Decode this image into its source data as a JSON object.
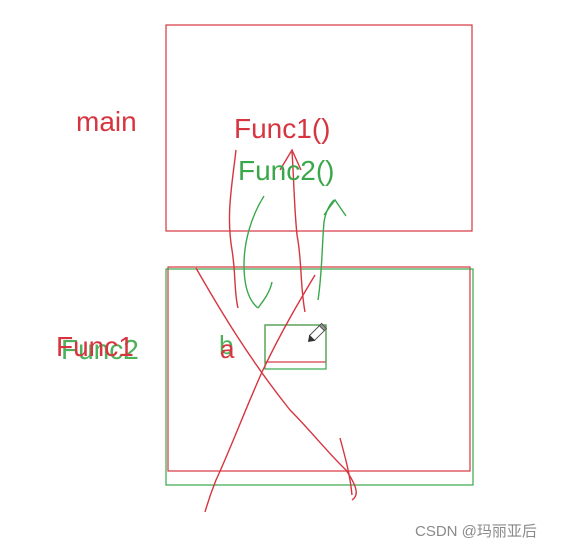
{
  "labels": {
    "main_frame": "main",
    "func1_call": "Func1()",
    "func2_call": "Func2()",
    "func1_frame": "Func1",
    "func2_frame": "Func2",
    "var_a": "a",
    "var_b": "b"
  },
  "watermark": "CSDN @玛丽亚后",
  "colors": {
    "red": "#d6353f",
    "green": "#3aa84a",
    "watermark": "#8a8a8a"
  },
  "icons": [
    "pencil-icon"
  ]
}
